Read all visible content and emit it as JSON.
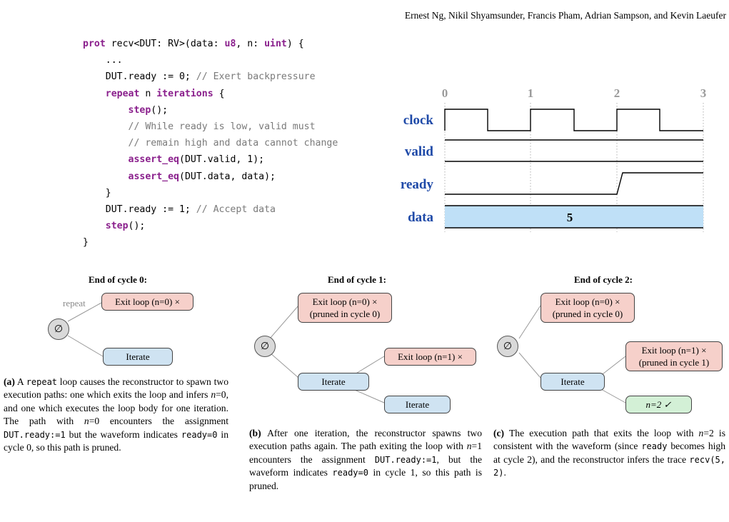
{
  "header": "Ernest Ng, Nikil Shyamsunder, Francis Pham, Adrian Sampson, and Kevin Laeufer",
  "code_lines": [
    [
      {
        "t": "prot",
        "k": "kw"
      },
      {
        "t": " recv<DUT: RV>(data: "
      },
      {
        "t": "u8",
        "k": "kw"
      },
      {
        "t": ", n: "
      },
      {
        "t": "uint",
        "k": "kw"
      },
      {
        "t": ") {"
      }
    ],
    [
      {
        "t": "    ..."
      }
    ],
    [
      {
        "t": "    DUT.ready := 0; "
      },
      {
        "t": "// Exert backpressure",
        "k": "cm"
      }
    ],
    [
      {
        "t": "    "
      },
      {
        "t": "repeat",
        "k": "kw"
      },
      {
        "t": " n "
      },
      {
        "t": "iterations",
        "k": "kw"
      },
      {
        "t": " {"
      }
    ],
    [
      {
        "t": "        "
      },
      {
        "t": "step",
        "k": "kw"
      },
      {
        "t": "();"
      }
    ],
    [
      {
        "t": "        "
      },
      {
        "t": "// While ready is low, valid must",
        "k": "cm"
      }
    ],
    [
      {
        "t": "        "
      },
      {
        "t": "// remain high and data cannot change",
        "k": "cm"
      }
    ],
    [
      {
        "t": "        "
      },
      {
        "t": "assert_eq",
        "k": "kw"
      },
      {
        "t": "(DUT.valid, 1);"
      }
    ],
    [
      {
        "t": "        "
      },
      {
        "t": "assert_eq",
        "k": "kw"
      },
      {
        "t": "(DUT.data, data);"
      }
    ],
    [
      {
        "t": "    }"
      }
    ],
    [
      {
        "t": "    DUT.ready := 1; "
      },
      {
        "t": "// Accept data",
        "k": "cm"
      }
    ],
    [
      {
        "t": "    "
      },
      {
        "t": "step",
        "k": "kw"
      },
      {
        "t": "();"
      }
    ],
    [
      {
        "t": "}"
      }
    ]
  ],
  "waveform": {
    "cycle_labels": [
      "0",
      "1",
      "2",
      "3"
    ],
    "signals": [
      "clock",
      "valid",
      "ready",
      "data"
    ],
    "data_value": "5",
    "colors": {
      "signal_name": "#1f4aa8",
      "cycle_label": "#9a9a9a",
      "data_fill": "#bfe0f7"
    }
  },
  "trees": {
    "a": {
      "title": "End of cycle 0:",
      "root": "∅",
      "edge_label": "repeat",
      "exit0": "Exit loop (n=0) ×",
      "iterate": "Iterate"
    },
    "b": {
      "title": "End of cycle 1:",
      "root": "∅",
      "exit0": "Exit loop (n=0) ×",
      "exit0_note": "(pruned in cycle 0)",
      "iterate": "Iterate",
      "exit1": "Exit loop (n=1) ×",
      "iterate2": "Iterate"
    },
    "c": {
      "title": "End of cycle 2:",
      "root": "∅",
      "exit0": "Exit loop (n=0) ×",
      "exit0_note": "(pruned in cycle 0)",
      "iterate": "Iterate",
      "exit1": "Exit loop (n=1) ×",
      "exit1_note": "(pruned in cycle 1)",
      "n2": "n=2 ✓"
    }
  },
  "captions": {
    "a": [
      {
        "t": "(a)",
        "k": "b"
      },
      {
        "t": " A "
      },
      {
        "t": "repeat",
        "k": "m"
      },
      {
        "t": " loop causes the reconstructor to spawn two execution paths: one which exits the loop and infers "
      },
      {
        "t": "n",
        "k": "i"
      },
      {
        "t": "=0, and one which executes the loop body for one iteration. The path with "
      },
      {
        "t": "n",
        "k": "i"
      },
      {
        "t": "=0 encounters the assignment "
      },
      {
        "t": "DUT.ready:=1",
        "k": "m"
      },
      {
        "t": " but the waveform indicates "
      },
      {
        "t": "ready=0",
        "k": "m"
      },
      {
        "t": " in cycle 0, so this path is pruned."
      }
    ],
    "b": [
      {
        "t": "(b)",
        "k": "b"
      },
      {
        "t": " After one iteration, the reconstructor spawns two execution paths again. The path exiting the loop with "
      },
      {
        "t": "n",
        "k": "i"
      },
      {
        "t": "=1 encounters the assignment "
      },
      {
        "t": "DUT.ready:=1",
        "k": "m"
      },
      {
        "t": ", but the waveform indicates "
      },
      {
        "t": "ready=0",
        "k": "m"
      },
      {
        "t": " in cycle 1, so this path is pruned."
      }
    ],
    "c": [
      {
        "t": "(c)",
        "k": "b"
      },
      {
        "t": " The execution path that exits the loop with "
      },
      {
        "t": "n",
        "k": "i"
      },
      {
        "t": "=2 is consistent with the waveform (since "
      },
      {
        "t": "ready",
        "k": "m"
      },
      {
        "t": " becomes high at cycle 2), and the reconstructor infers the trace "
      },
      {
        "t": "recv(5, 2)",
        "k": "m"
      },
      {
        "t": "."
      }
    ]
  }
}
